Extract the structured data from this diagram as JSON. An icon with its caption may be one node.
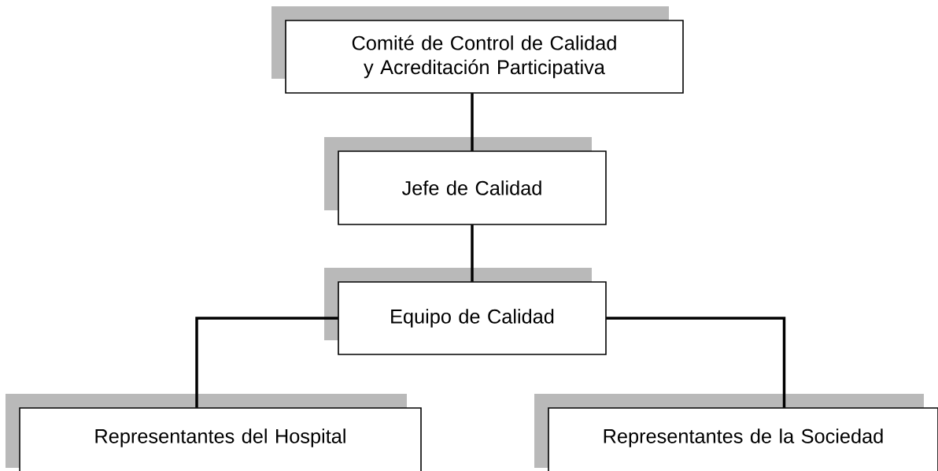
{
  "diagram": {
    "nodes": [
      {
        "text": [
          "Comité de Control de Calidad y Acreditación Participativa"
        ]
      },
      {
        "text": [
          "Jefe de Calidad"
        ]
      },
      {
        "text": [
          "Equipo de Calidad"
        ]
      },
      {
        "text": [
          "Representantes del Hospital"
        ]
      },
      {
        "text": [
          "Representantes de la Sociedad"
        ]
      }
    ],
    "edges": [
      {
        "from": 0,
        "to": 1,
        "arrow": "none"
      },
      {
        "from": 1,
        "to": 2,
        "arrow": "none"
      },
      {
        "from": 2,
        "to": 3,
        "arrow": "none"
      },
      {
        "from": 2,
        "to": 4,
        "arrow": "none"
      }
    ]
  }
}
